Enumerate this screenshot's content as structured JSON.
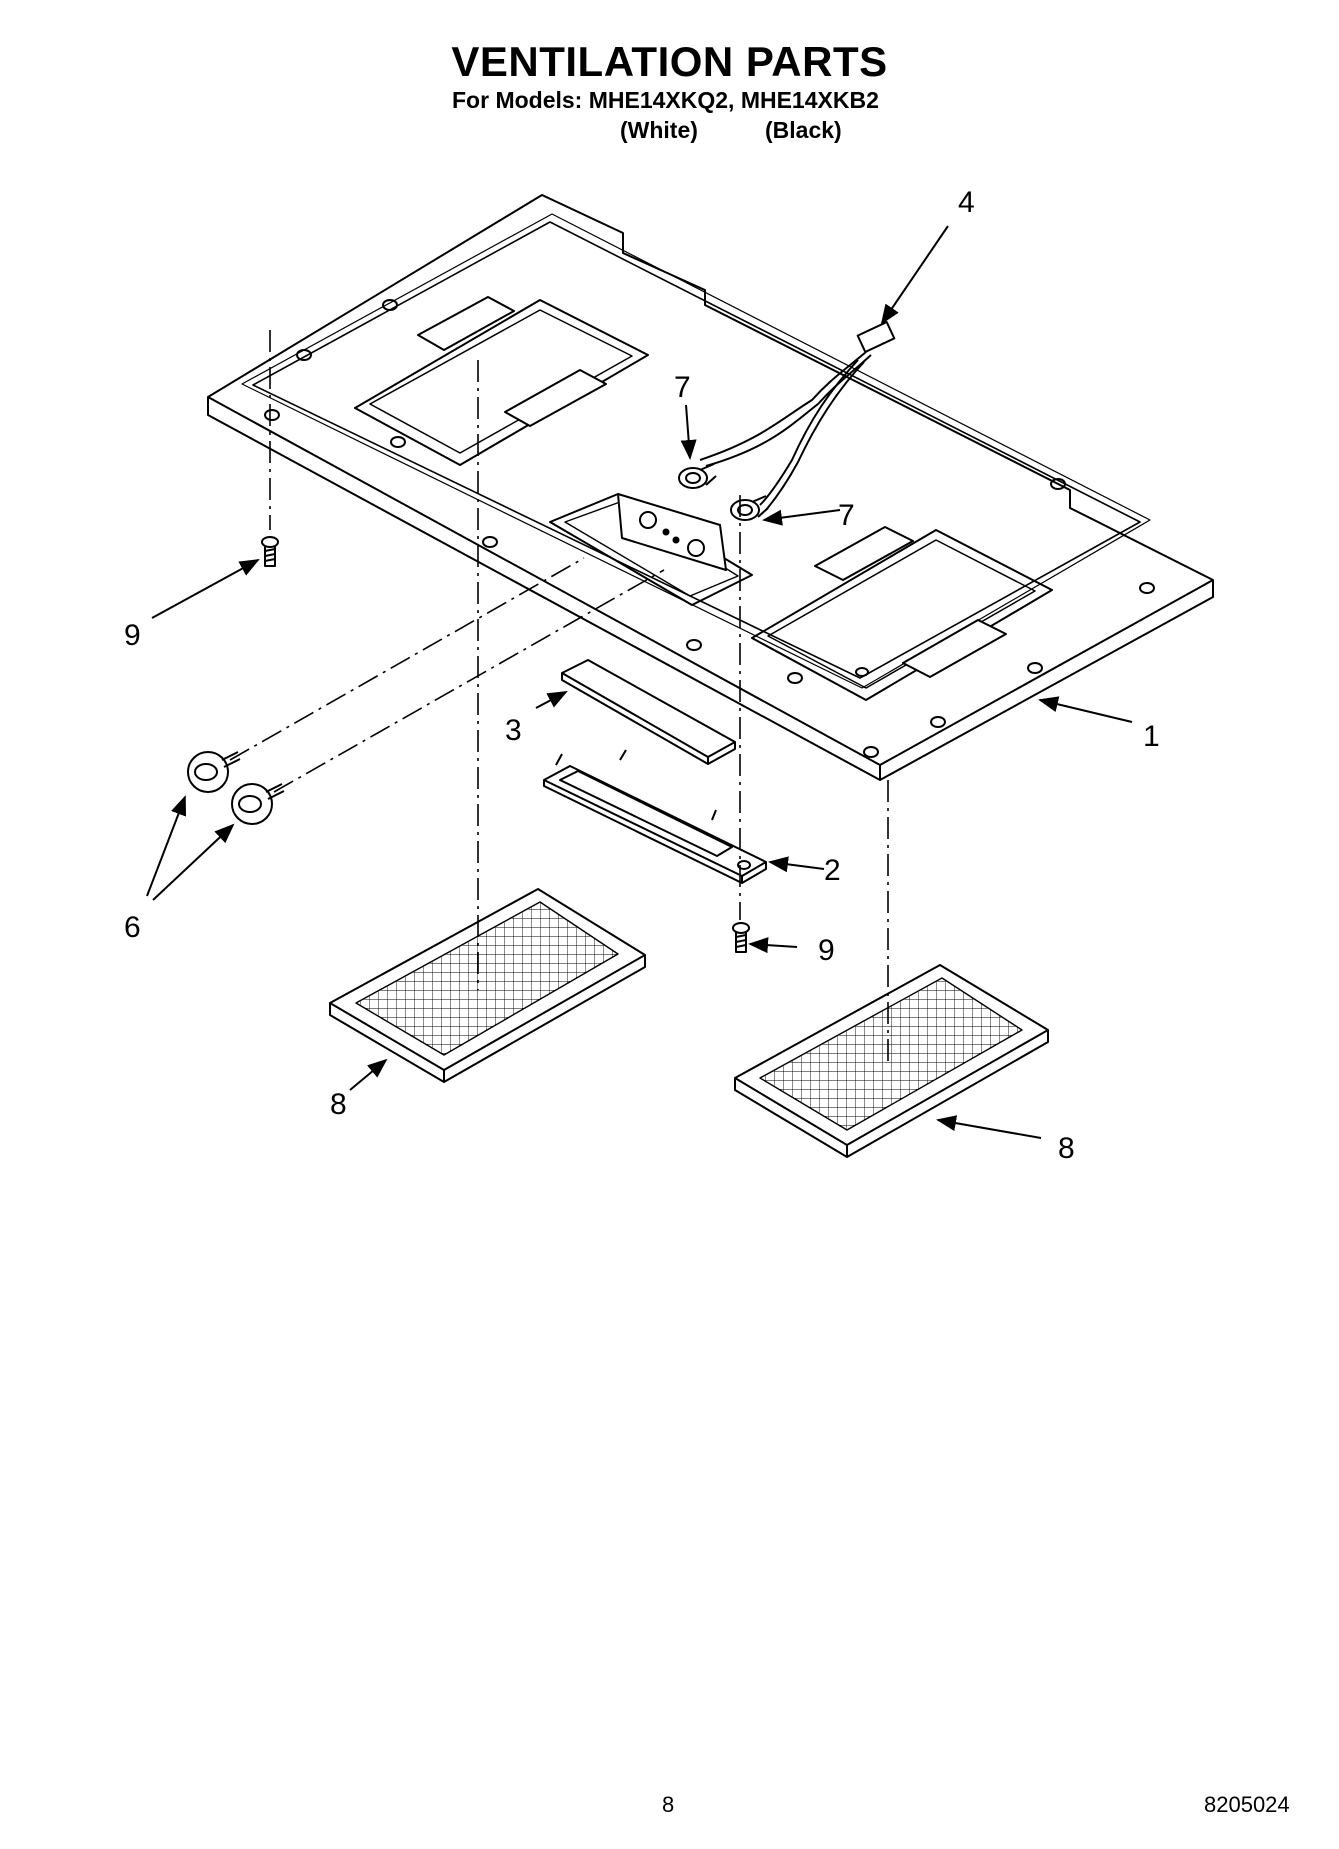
{
  "header": {
    "title": "VENTILATION PARTS",
    "models_line": "For Models: MHE14XKQ2, MHE14XKB2",
    "variant_white": "(White)",
    "variant_black": "(Black)"
  },
  "callouts": {
    "c1": "1",
    "c2": "2",
    "c3": "3",
    "c4": "4",
    "c6": "6",
    "c7a": "7",
    "c7b": "7",
    "c8a": "8",
    "c8b": "8",
    "c9a": "9",
    "c9b": "9"
  },
  "footer": {
    "page_number": "8",
    "doc_number": "8205024"
  }
}
